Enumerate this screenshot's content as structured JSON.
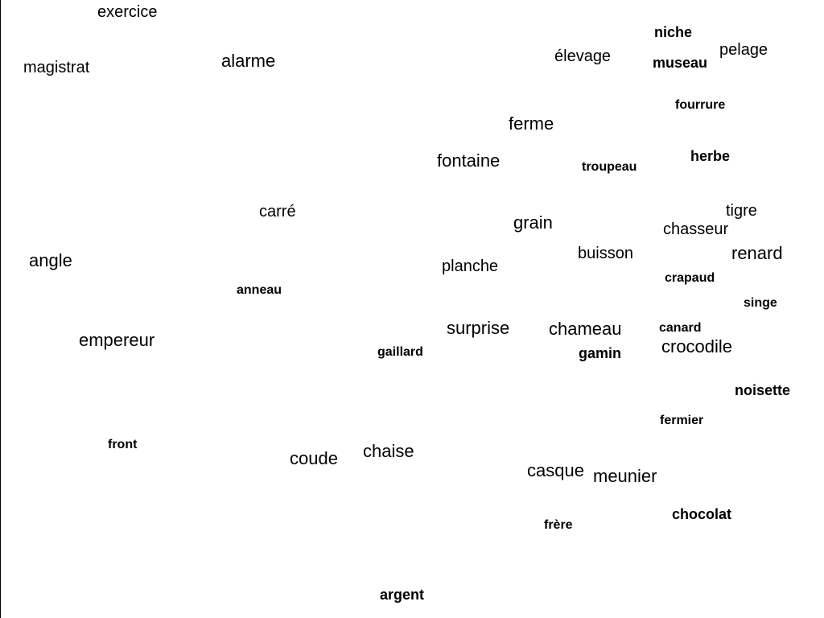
{
  "words": [
    {
      "text": "exercice"
    },
    {
      "text": "magistrat"
    },
    {
      "text": "alarme"
    },
    {
      "text": "élevage"
    },
    {
      "text": "niche"
    },
    {
      "text": "museau"
    },
    {
      "text": "pelage"
    },
    {
      "text": "fourrure"
    },
    {
      "text": "ferme"
    },
    {
      "text": "fontaine"
    },
    {
      "text": "troupeau"
    },
    {
      "text": "herbe"
    },
    {
      "text": "carré"
    },
    {
      "text": "grain"
    },
    {
      "text": "tigre"
    },
    {
      "text": "chasseur"
    },
    {
      "text": "angle"
    },
    {
      "text": "buisson"
    },
    {
      "text": "renard"
    },
    {
      "text": "planche"
    },
    {
      "text": "crapaud"
    },
    {
      "text": "anneau"
    },
    {
      "text": "singe"
    },
    {
      "text": "surprise"
    },
    {
      "text": "chameau"
    },
    {
      "text": "canard"
    },
    {
      "text": "empereur"
    },
    {
      "text": "crocodile"
    },
    {
      "text": "gaillard"
    },
    {
      "text": "gamin"
    },
    {
      "text": "noisette"
    },
    {
      "text": "fermier"
    },
    {
      "text": "front"
    },
    {
      "text": "chaise"
    },
    {
      "text": "coude"
    },
    {
      "text": "casque"
    },
    {
      "text": "meunier"
    },
    {
      "text": "chocolat"
    },
    {
      "text": "frère"
    },
    {
      "text": "argent"
    }
  ]
}
